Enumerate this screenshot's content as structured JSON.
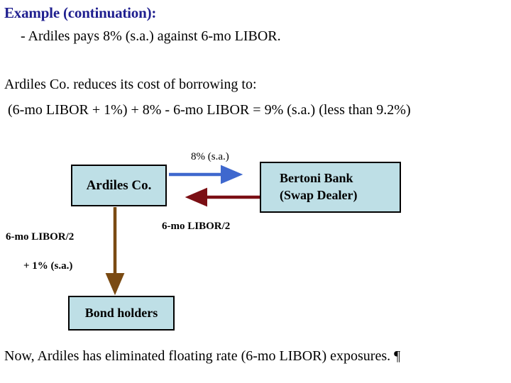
{
  "slide": {
    "title": "Example (continuation):",
    "bullet": "- Ardiles pays 8% (s.a.) against 6-mo LIBOR.",
    "reduce_line": "Ardiles Co. reduces its cost of borrowing to:",
    "formula_line": "(6-mo LIBOR + 1%) + 8% - 6-mo LIBOR = 9% (s.a.)  (less than 9.2%)",
    "closing_line": "Now, Ardiles has eliminated floating rate (6-mo LIBOR) exposures. ¶"
  },
  "diagram": {
    "boxes": {
      "ardiles": "Ardiles Co.",
      "bertoni_line1": "Bertoni Bank",
      "bertoni_line2": "(Swap Dealer)",
      "bond_holders": "Bond holders"
    },
    "labels": {
      "fixed_pay": "8% (s.a.)",
      "float_receive": "6-mo LIBOR/2",
      "bond_coupon": "6-mo LIBOR/2",
      "bond_spread": "+ 1% (s.a.)"
    },
    "arrows": {
      "ardiles_to_bertoni": "8% (s.a.)",
      "bertoni_to_ardiles": "6-mo LIBOR/2",
      "ardiles_to_bondholders": "6-mo LIBOR/2 + 1% (s.a.)"
    }
  },
  "colors": {
    "title": "#1F1F8F",
    "box_fill": "#BEDFE6",
    "box_border": "#000000",
    "arrow_pay_fixed": "#3F68CE",
    "arrow_receive_float": "#7B0F14",
    "arrow_bond": "#7A4A12",
    "body_text": "#000000"
  }
}
